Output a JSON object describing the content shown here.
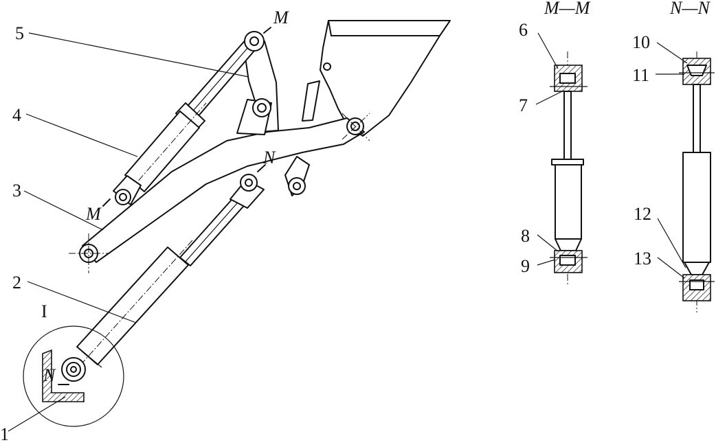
{
  "labels": {
    "part1": "1",
    "part2": "2",
    "part3": "3",
    "part4": "4",
    "part5": "5",
    "part6": "6",
    "part7": "7",
    "part8": "8",
    "part9": "9",
    "part10": "10",
    "part11": "11",
    "part12": "12",
    "part13": "13",
    "detail": "I"
  },
  "section_marks": {
    "m_top": "M",
    "m_bottom": "M",
    "n_top": "N",
    "n_bottom": "N"
  },
  "section_titles": {
    "mm": "M—M",
    "nn": "N—N"
  }
}
